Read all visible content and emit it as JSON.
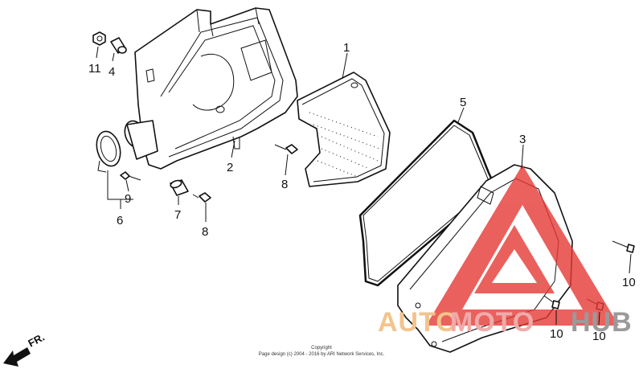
{
  "callouts": [
    "1",
    "2",
    "3",
    "4",
    "5",
    "6",
    "7",
    "8",
    "8",
    "9",
    "10",
    "10",
    "10",
    "11"
  ],
  "direction_label": "FR.",
  "copyright": {
    "line1": "Copyright",
    "line2": "Page design (c) 2004 - 2016 by ARI Network Services, Inc."
  },
  "watermark": {
    "part1": "AUTO",
    "part2": "MOTO",
    "part3": "HUB"
  },
  "colors": {
    "line": "#111111",
    "watermark_red": "#e53935",
    "watermark_orange": "#f2c48c",
    "watermark_gray": "#9a9a9a"
  }
}
